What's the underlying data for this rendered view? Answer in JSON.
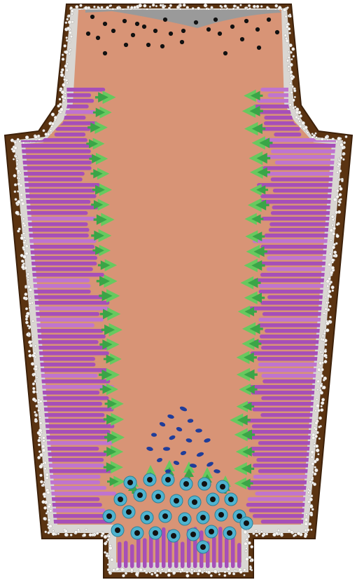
{
  "diagram": {
    "colors": {
      "background": "#ffffff",
      "mold_wall": "#5a3311",
      "mold_wall_edge": "#3d210a",
      "mold_coating": "#d9d6d2",
      "coating_grain": "#f7f5f2",
      "melt": "#d89476",
      "free_surface_gap": "#9a9a9a",
      "columnar_grain": "#a64fb8",
      "columnar_grain_light": "#bf74cf",
      "dendrite": "#3aa547",
      "dendrite_light": "#67c95f",
      "equiaxed_nucleus": "#1f3d9a",
      "equiaxed_grain_ring": "#4fb3cf",
      "equiaxed_grain_core": "#111111",
      "inclusion": "#111111"
    },
    "regions": [
      {
        "id": "mold",
        "icon": "mold-wall"
      },
      {
        "id": "coating",
        "icon": "coating-layer"
      },
      {
        "id": "melt",
        "icon": "liquid-melt"
      },
      {
        "id": "columnar_zone_left",
        "icon": "columnar-grains"
      },
      {
        "id": "columnar_zone_right",
        "icon": "columnar-grains"
      },
      {
        "id": "dendrite_front_left",
        "icon": "dendrite-tips"
      },
      {
        "id": "dendrite_front_right",
        "icon": "dendrite-tips"
      },
      {
        "id": "floating_nuclei",
        "icon": "nuclei"
      },
      {
        "id": "sedimented_equiaxed",
        "icon": "equiaxed-grains"
      },
      {
        "id": "top_particles",
        "icon": "particles"
      }
    ]
  }
}
